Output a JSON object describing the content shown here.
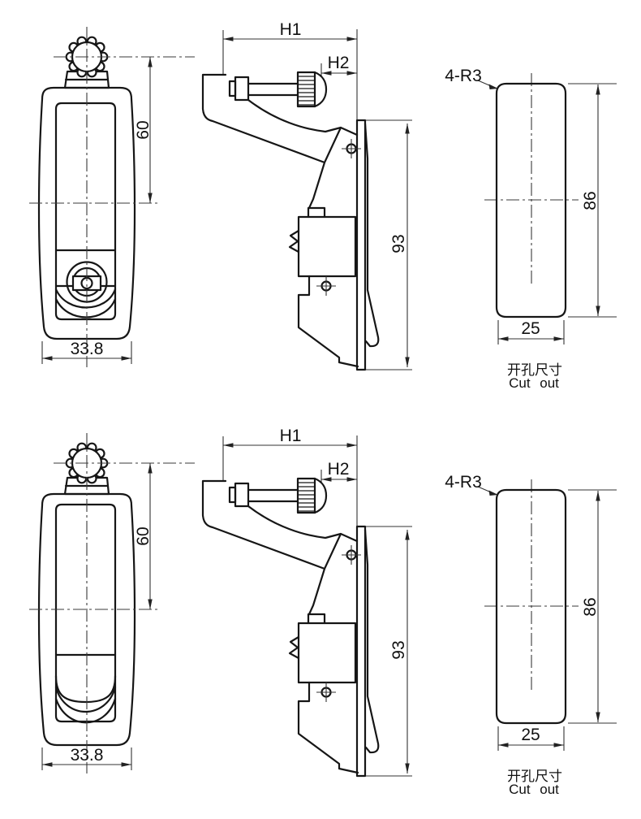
{
  "sheet": {
    "background": "#ffffff",
    "object_line_color": "#161616",
    "thin_line_color": "#333333",
    "text_color": "#111111"
  },
  "rows": [
    {
      "id": "latch-with-key-lock",
      "front": {
        "height_dim": "60",
        "width_dim": "33.8"
      },
      "side": {
        "h1_dim": "H1",
        "h2_dim": "H2",
        "height_dim": "93"
      },
      "cutout": {
        "corner_radius_dim": "4-R3",
        "height_dim": "86",
        "width_dim": "25",
        "caption_zh": "开孔尺寸",
        "caption_en": "Cut out"
      }
    },
    {
      "id": "latch-without-key-lock",
      "front": {
        "height_dim": "60",
        "width_dim": "33.8"
      },
      "side": {
        "h1_dim": "H1",
        "h2_dim": "H2",
        "height_dim": "93"
      },
      "cutout": {
        "corner_radius_dim": "4-R3",
        "height_dim": "86",
        "width_dim": "25",
        "caption_zh": "开孔尺寸",
        "caption_en": "Cut out"
      }
    }
  ]
}
